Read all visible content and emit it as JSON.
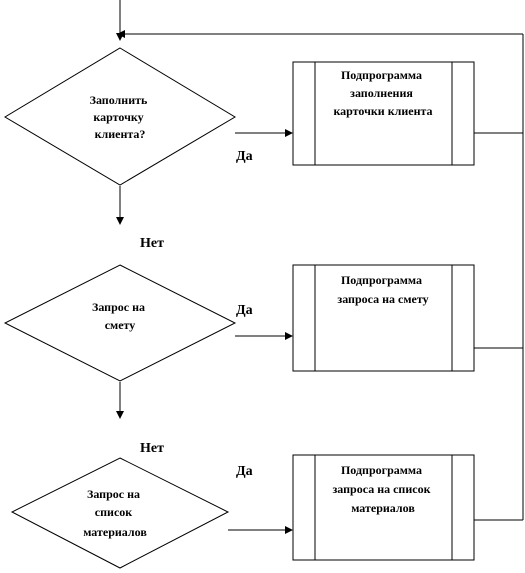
{
  "decisions": [
    {
      "lines": [
        "Заполнить",
        "карточку",
        "клиента?"
      ]
    },
    {
      "lines": [
        "Запрос на",
        "смету"
      ]
    },
    {
      "lines": [
        "Запрос на",
        "список",
        "материалов"
      ]
    }
  ],
  "subprograms": [
    {
      "lines": [
        "Подпрограмма",
        "заполнения",
        "карточки клиента"
      ]
    },
    {
      "lines": [
        "Подпрограмма",
        "запроса на смету"
      ]
    },
    {
      "lines": [
        "Подпрограмма",
        "запроса на список",
        "материалов"
      ]
    }
  ],
  "labels": {
    "yes_1": "Да",
    "yes_2": "Да",
    "yes_3": "Да",
    "no_1": "Нет",
    "no_2": "Нет"
  }
}
